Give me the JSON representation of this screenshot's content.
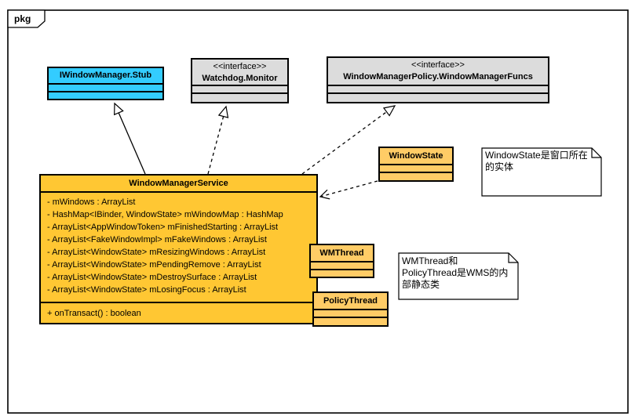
{
  "package": {
    "tab_label": "pkg"
  },
  "classes": {
    "stub": {
      "name": "IWindowManager.Stub",
      "fill": "#33CCFF"
    },
    "watchdog": {
      "stereotype": "<<interface>>",
      "name": "Watchdog.Monitor",
      "fill": "#DCDCDC"
    },
    "funcs": {
      "stereotype": "<<interface>>",
      "name": "WindowManagerPolicy.WindowManagerFuncs",
      "fill": "#DCDCDC"
    },
    "windowstate": {
      "name": "WindowState",
      "fill": "#FFCC66"
    },
    "wms": {
      "name": "WindowManagerService",
      "fill": "#FFC733",
      "attributes": [
        "- mWindows : ArrayList",
        "- HashMap<IBinder, WindowState> mWindowMap : HashMap",
        "- ArrayList<AppWindowToken> mFinishedStarting : ArrayList",
        "- ArrayList<FakeWindowImpl> mFakeWindows : ArrayList",
        "- ArrayList<WindowState> mResizingWindows : ArrayList",
        "- ArrayList<WindowState> mPendingRemove : ArrayList",
        "- ArrayList<WindowState> mDestroySurface : ArrayList",
        "- ArrayList<WindowState> mLosingFocus : ArrayList"
      ],
      "operations": [
        "+ onTransact() : boolean"
      ]
    },
    "wmthread": {
      "name": "WMThread",
      "fill": "#FFCC66"
    },
    "policythread": {
      "name": "PolicyThread",
      "fill": "#FFCC66"
    }
  },
  "notes": {
    "windowstate_note": "WindowState是窗口所在\n的实体",
    "threads_note": "WMThread和\nPolicyThread是WMS的内\n部静态类"
  },
  "relationships": [
    {
      "from": "WindowManagerService",
      "to": "IWindowManager.Stub",
      "type": "generalization",
      "line": "solid"
    },
    {
      "from": "WindowManagerService",
      "to": "Watchdog.Monitor",
      "type": "realization",
      "line": "dashed"
    },
    {
      "from": "WindowManagerService",
      "to": "WindowManagerPolicy.WindowManagerFuncs",
      "type": "realization",
      "line": "dashed"
    },
    {
      "from": "WindowState",
      "to": "WindowManagerService",
      "type": "dependency",
      "line": "dashed"
    }
  ],
  "colors": {
    "frame": "#000000",
    "background": "#ffffff",
    "note_fill": "#ffffff"
  }
}
